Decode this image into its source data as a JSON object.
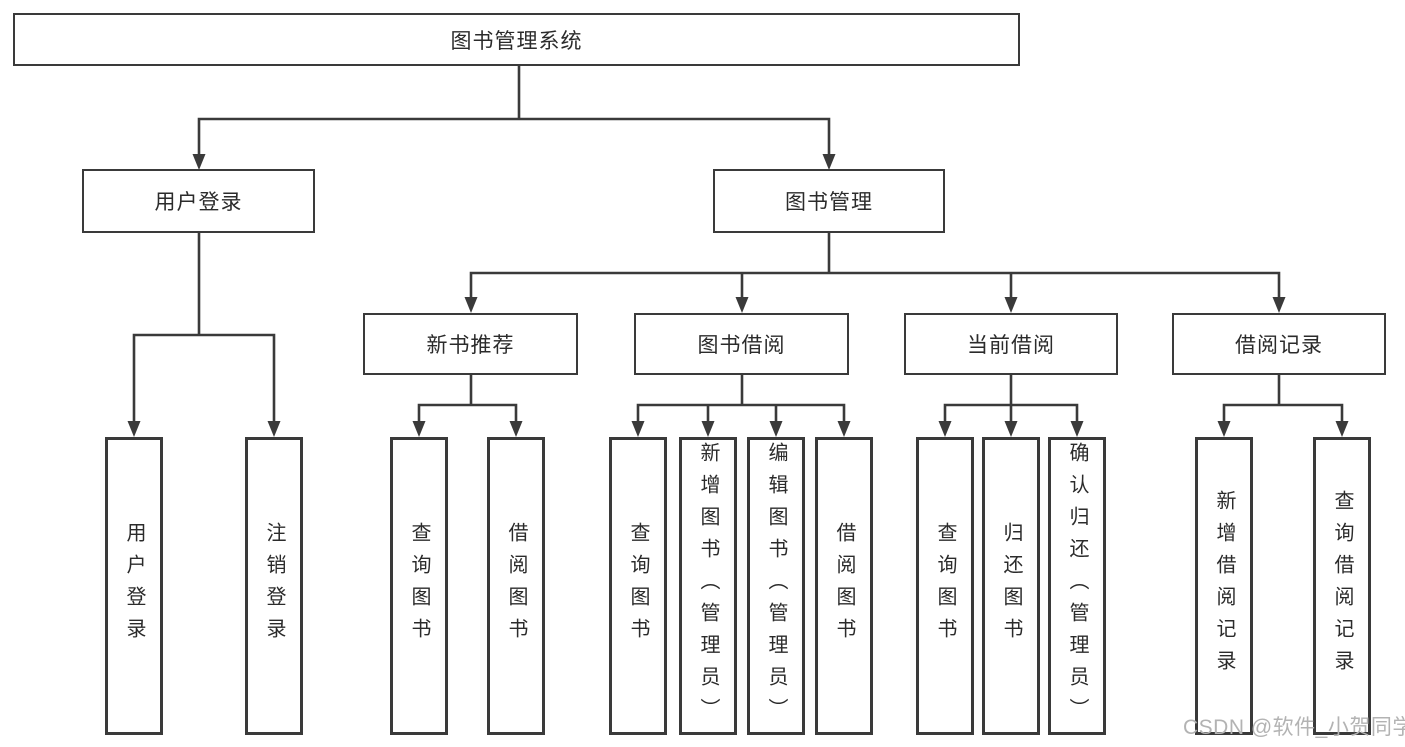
{
  "diagram": {
    "root": {
      "label": "图书管理系统"
    },
    "level2": [
      {
        "label": "用户登录",
        "children": [
          {
            "label": "用户登录"
          },
          {
            "label": "注销登录"
          }
        ]
      },
      {
        "label": "图书管理",
        "children": [
          {
            "label": "新书推荐",
            "children": [
              {
                "label": "查询图书"
              },
              {
                "label": "借阅图书"
              }
            ]
          },
          {
            "label": "图书借阅",
            "children": [
              {
                "label": "查询图书"
              },
              {
                "label": "新增图书（管理员）"
              },
              {
                "label": "编辑图书（管理员）"
              },
              {
                "label": "借阅图书"
              }
            ]
          },
          {
            "label": "当前借阅",
            "children": [
              {
                "label": "查询图书"
              },
              {
                "label": "归还图书"
              },
              {
                "label": "确认归还（管理员）"
              }
            ]
          },
          {
            "label": "借阅记录",
            "children": [
              {
                "label": "新增借阅记录"
              },
              {
                "label": "查询借阅记录"
              }
            ]
          }
        ]
      }
    ],
    "watermark": "CSDN @软件_小贺同学"
  },
  "colors": {
    "background": "#ffffff",
    "line": "#3a3a3a",
    "box_border": "#3a3a3a",
    "text": "#2b2b2b",
    "watermark_text": "#b3b3b3"
  }
}
